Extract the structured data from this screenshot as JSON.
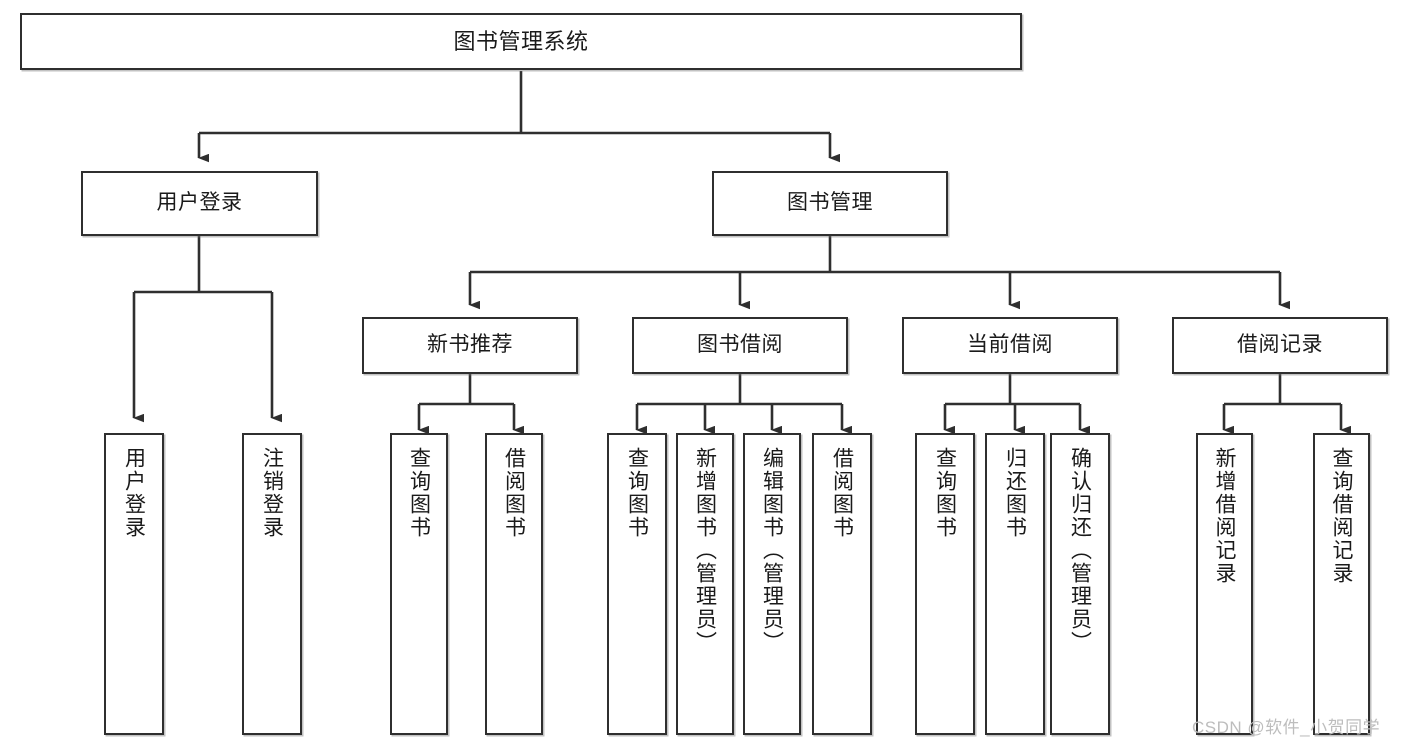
{
  "diagram": {
    "title": "图书管理系统",
    "type": "功能结构图",
    "root": {
      "label": "图书管理系统"
    },
    "level2": [
      {
        "label": "用户登录"
      },
      {
        "label": "图书管理"
      }
    ],
    "level3": [
      {
        "label": "新书推荐"
      },
      {
        "label": "图书借阅"
      },
      {
        "label": "当前借阅"
      },
      {
        "label": "借阅记录"
      }
    ],
    "leaves": {
      "user_login": [
        {
          "label": "用户登录"
        },
        {
          "label": "注销登录"
        }
      ],
      "new_book_recommend": [
        {
          "label": "查询图书"
        },
        {
          "label": "借阅图书"
        }
      ],
      "book_borrow": [
        {
          "label": "查询图书"
        },
        {
          "label": "新增图书（管理员）"
        },
        {
          "label": "编辑图书（管理员）"
        },
        {
          "label": "借阅图书"
        }
      ],
      "current_borrow": [
        {
          "label": "查询图书"
        },
        {
          "label": "归还图书"
        },
        {
          "label": "确认归还（管理员）"
        }
      ],
      "borrow_records": [
        {
          "label": "新增借阅记录"
        },
        {
          "label": "查询借阅记录"
        }
      ]
    }
  },
  "watermark": {
    "text": "CSDN @软件_小贺同学"
  },
  "colors": {
    "stroke": "#2f2f2f",
    "fill": "#ffffff",
    "text": "#1a1a1a",
    "watermark": "#bdbdbd"
  }
}
